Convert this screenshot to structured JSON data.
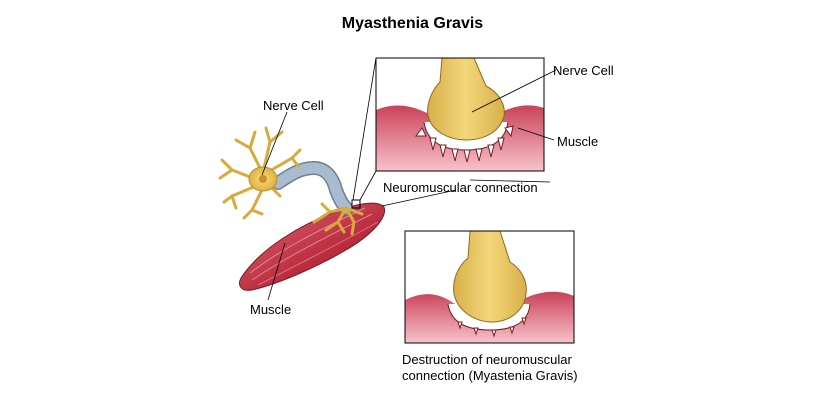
{
  "title": "Myasthenia Gravis",
  "labels": {
    "nerve_cell_main": "Nerve Cell",
    "muscle_main": "Muscle",
    "nerve_cell_inset": "Nerve Cell",
    "muscle_inset": "Muscle",
    "neuromuscular_connection": "Neuromuscular connection",
    "destruction_line1": "Destruction of neuromuscular",
    "destruction_line2": "connection (Myastenia Gravis)"
  },
  "colors": {
    "nerve": "#e8c24a",
    "nerve_dark": "#b8902a",
    "myelin": "#9fb3c8",
    "muscle": "#c8374a",
    "muscle_light": "#f2a7b4",
    "outline": "#333333"
  }
}
